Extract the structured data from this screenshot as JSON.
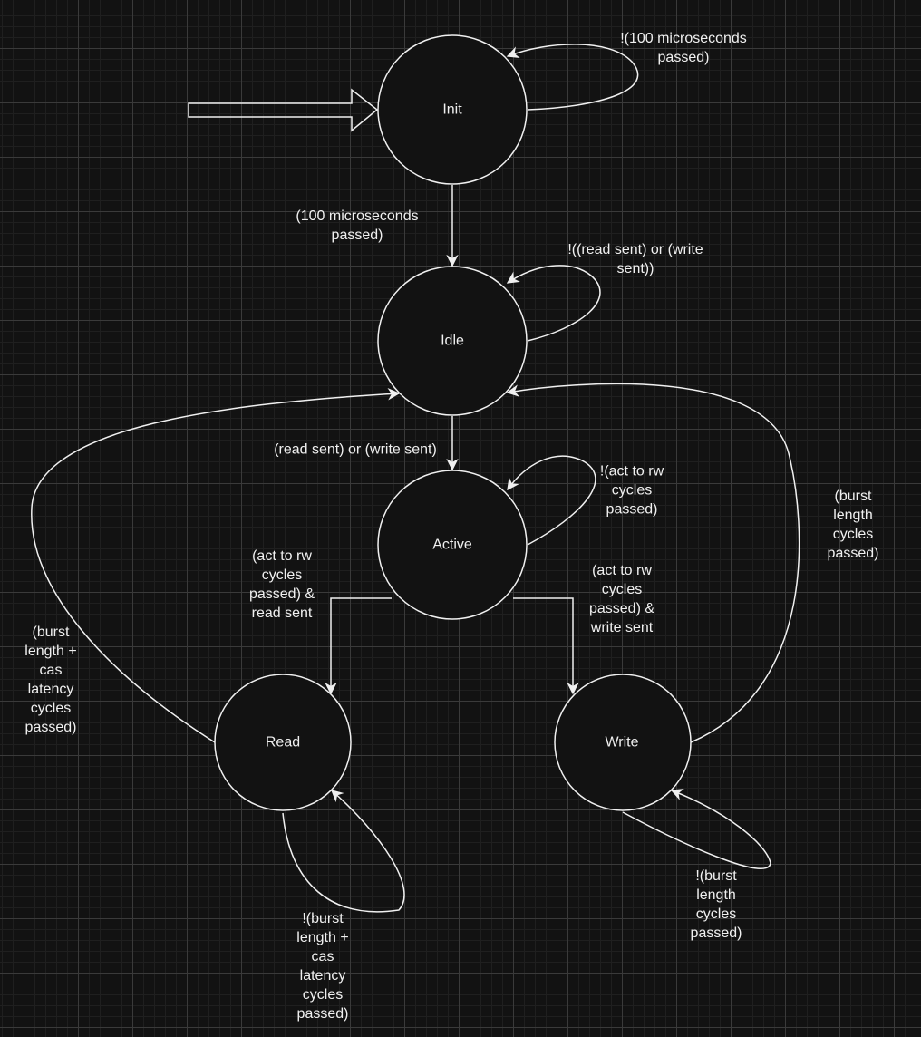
{
  "colors": {
    "background": "#121212",
    "stroke": "#f0f0f0",
    "node_fill": "#121212"
  },
  "states": [
    {
      "id": "init",
      "label": "Init"
    },
    {
      "id": "idle",
      "label": "Idle"
    },
    {
      "id": "active",
      "label": "Active"
    },
    {
      "id": "read",
      "label": "Read"
    },
    {
      "id": "write",
      "label": "Write"
    }
  ],
  "transitions": [
    {
      "from": "init",
      "to": "init",
      "label": "!(100 microseconds\npassed)"
    },
    {
      "from": "init",
      "to": "idle",
      "label": "(100 microseconds\npassed)"
    },
    {
      "from": "idle",
      "to": "idle",
      "label": "!((read sent) or (write\nsent))"
    },
    {
      "from": "idle",
      "to": "active",
      "label": "(read sent) or (write sent)"
    },
    {
      "from": "active",
      "to": "active",
      "label": "!(act to rw\ncycles\npassed)"
    },
    {
      "from": "active",
      "to": "read",
      "label": "(act to rw\ncycles\npassed) &\nread sent"
    },
    {
      "from": "active",
      "to": "write",
      "label": "(act to rw\ncycles\npassed) &\nwrite sent"
    },
    {
      "from": "read",
      "to": "idle",
      "label": "(burst\nlength +\ncas\nlatency\ncycles\npassed)"
    },
    {
      "from": "write",
      "to": "idle",
      "label": "(burst\nlength\ncycles\npassed)"
    },
    {
      "from": "read",
      "to": "read",
      "label": "!(burst\nlength +\ncas\nlatency\ncycles\npassed)"
    },
    {
      "from": "write",
      "to": "write",
      "label": "!(burst\nlength\ncycles\npassed)"
    }
  ]
}
